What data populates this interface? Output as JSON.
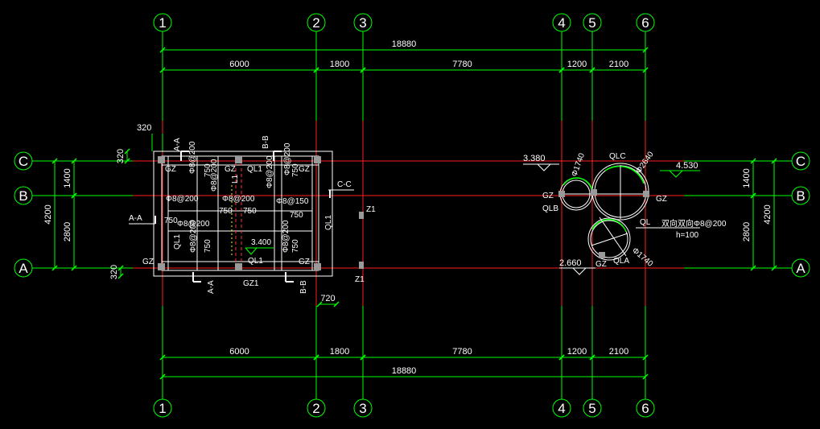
{
  "grid_x": [
    {
      "label": "1"
    },
    {
      "label": "2"
    },
    {
      "label": "3"
    },
    {
      "label": "4"
    },
    {
      "label": "5"
    },
    {
      "label": "6"
    }
  ],
  "grid_y": [
    {
      "label": "C"
    },
    {
      "label": "B"
    },
    {
      "label": "A"
    }
  ],
  "dimensions": {
    "overall": "18880",
    "spans": [
      "6000",
      "1800",
      "7780",
      "1200",
      "2100"
    ],
    "left_small": "320",
    "left_small_2": "320",
    "left_small_3": "320",
    "left_1400": "1400",
    "left_2800": "2800",
    "left_4200": "4200",
    "right_1400": "1400",
    "right_2800": "2800",
    "right_4200": "4200",
    "gap_720": "720"
  },
  "building_labels": {
    "section_aa": "A-A",
    "section_aa_bottom": "A-A",
    "section_bb": "B-B",
    "section_bb_bottom": "B-B",
    "section_cc": "C-C",
    "section_aa_left": "A-A",
    "gz": "GZ",
    "gz1": "GZ1",
    "ql1": "QL1",
    "l1": "L1",
    "z1": "Z1",
    "elev_340": "3.400",
    "rebar_200": "Φ8@200",
    "rebar_150": "Φ8@150",
    "rebar_200b": "Φ8@200",
    "len_750": "750"
  },
  "pavilion_labels": {
    "elev_338": "3.380",
    "elev_453": "4.530",
    "elev_266": "2.660",
    "dia_1740": "Φ1740",
    "dia_2640": "Φ2640",
    "dia_1740b": "Φ1740",
    "qlc": "QLC",
    "qlb": "QLB",
    "qla": "QLA",
    "ql": "QL",
    "gz": "GZ",
    "rebar_note": "双向双向Φ8@200",
    "h_note": "h=100"
  },
  "colors": {
    "background": "#000000",
    "grid_line": "#00ff00",
    "axis_red": "#ff2020",
    "text": "#ffffff",
    "wall": "#ffffff",
    "dim_line": "#00ff00",
    "column": "#9a9a9a",
    "rebar": "#ffff00",
    "beam_green": "#00ff00",
    "dashed_red": "#ff3030"
  }
}
